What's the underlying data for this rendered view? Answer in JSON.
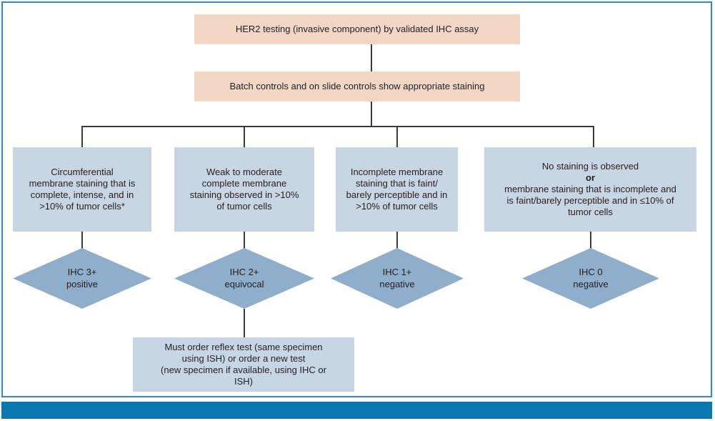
{
  "figure": {
    "type": "flowchart",
    "title_note": "HER2 IHC testing interpretation algorithm",
    "colors": {
      "peach_box": "#F2D7C4",
      "blue_box": "#C8D6E4",
      "diamond": "#8FAECB",
      "connector": "#3B3B3B",
      "frame_border": "#2E8BC0",
      "bottom_bar": "#0B79B0",
      "text": "#231F20"
    }
  },
  "nodes": {
    "start": {
      "label": "HER2 testing (invasive component) by validated IHC assay",
      "shape": "rect",
      "fill": "peach"
    },
    "controls": {
      "label": "Batch controls and on slide controls show appropriate staining",
      "shape": "rect",
      "fill": "peach"
    },
    "criteria": [
      {
        "id": "criteria-3plus",
        "label": "Circumferential\nmembrane staining that is\ncomplete, intense, and in\n>10% of tumor cells*",
        "shape": "rect",
        "fill": "blue"
      },
      {
        "id": "criteria-2plus",
        "label": "Weak to moderate\ncomplete membrane\nstaining observed in >10%\nof tumor cells",
        "shape": "rect",
        "fill": "blue"
      },
      {
        "id": "criteria-1plus",
        "label": "Incomplete membrane\nstaining that is faint/\nbarely perceptible and in\n>10% of tumor cells",
        "shape": "rect",
        "fill": "blue"
      },
      {
        "id": "criteria-0",
        "label_line1": "No staining is observed",
        "label_or": "or",
        "label_rest": "membrane staining that is incomplete and\nis faint/barely perceptible and in ≤10% of\ntumor cells",
        "shape": "rect",
        "fill": "blue"
      }
    ],
    "results": [
      {
        "id": "result-3plus",
        "label": "IHC 3+\npositive",
        "shape": "diamond",
        "fill": "diamond"
      },
      {
        "id": "result-2plus",
        "label": "IHC 2+\nequivocal",
        "shape": "diamond",
        "fill": "diamond"
      },
      {
        "id": "result-1plus",
        "label": "IHC 1+\nnegative",
        "shape": "diamond",
        "fill": "diamond"
      },
      {
        "id": "result-0",
        "label": "IHC 0\nnegative",
        "shape": "diamond",
        "fill": "diamond"
      }
    ],
    "reflex": {
      "label": "Must order reflex test (same specimen\nusing ISH) or order a new test\n(new specimen if available, using IHC or\nISH)",
      "shape": "rect",
      "fill": "blue"
    }
  }
}
